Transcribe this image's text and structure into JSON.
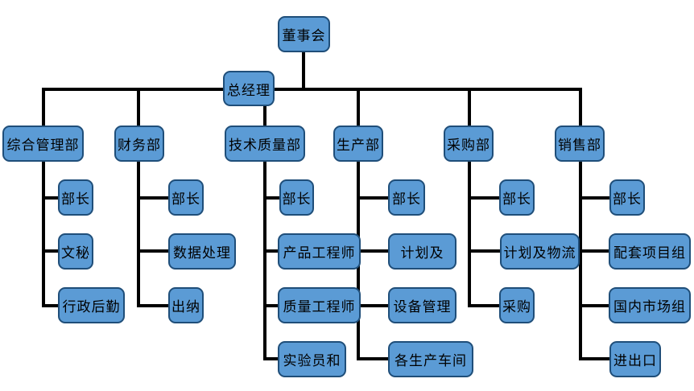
{
  "colors": {
    "node_fill": "#5B9BD5",
    "node_border": "#1F4E79",
    "connector_line": "#000000",
    "text": "#000000",
    "background": "#FFFFFF"
  },
  "org": {
    "board": {
      "label": "董事会"
    },
    "general_manager": {
      "label": "总经理"
    },
    "departments": [
      {
        "label": "综合管理部",
        "children": [
          {
            "label": "部长"
          },
          {
            "label": "文秘"
          },
          {
            "label": "行政后勤"
          }
        ]
      },
      {
        "label": "财务部",
        "children": [
          {
            "label": "部长"
          },
          {
            "label": "数据处理"
          },
          {
            "label": "出纳"
          }
        ]
      },
      {
        "label": "技术质量部",
        "children": [
          {
            "label": "部长"
          },
          {
            "label": "产品工程师"
          },
          {
            "label": "质量工程师"
          },
          {
            "label": "实验员和"
          }
        ]
      },
      {
        "label": "生产部",
        "children": [
          {
            "label": "部长"
          },
          {
            "label": "计划及"
          },
          {
            "label": "设备管理"
          },
          {
            "label": "各生产车间"
          }
        ]
      },
      {
        "label": "采购部",
        "children": [
          {
            "label": "部长"
          },
          {
            "label": "计划及物流"
          },
          {
            "label": "采购"
          }
        ]
      },
      {
        "label": "销售部",
        "children": [
          {
            "label": "部长"
          },
          {
            "label": "配套项目组"
          },
          {
            "label": "国内市场组"
          },
          {
            "label": "进出口"
          }
        ]
      }
    ]
  }
}
